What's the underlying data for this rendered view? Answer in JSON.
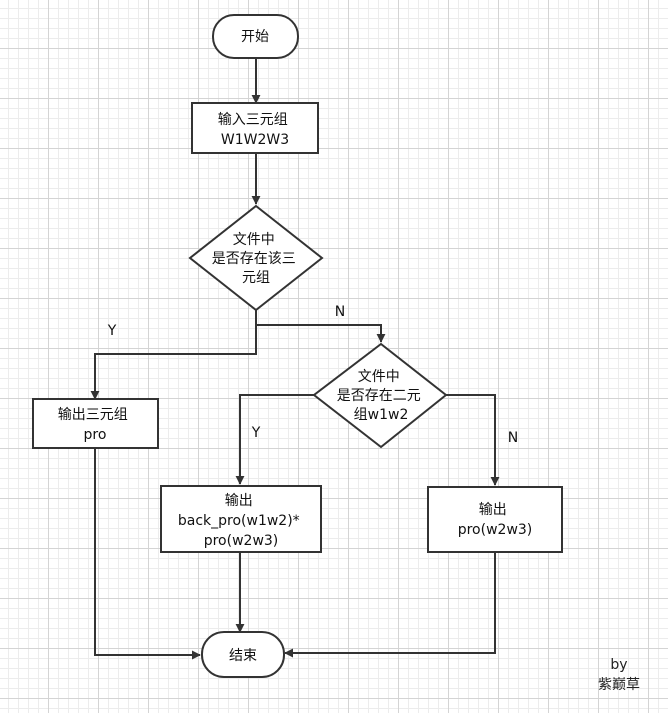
{
  "diagram": {
    "nodes": {
      "start": [
        "开始"
      ],
      "input": [
        "输入三元组",
        "W1W2W3"
      ],
      "check1": [
        "文件中",
        "是否存在该三",
        "元组"
      ],
      "out1": [
        "输出三元组",
        "pro"
      ],
      "check2": [
        "文件中",
        "是否存在二元",
        "组w1w2"
      ],
      "out2": [
        "输出",
        "back_pro(w1w2)*",
        "pro(w2w3)"
      ],
      "out3": [
        "输出",
        "pro(w2w3)"
      ],
      "end": [
        "结束"
      ]
    },
    "edge_labels": {
      "check1_yes": "Y",
      "check1_no": "N",
      "check2_yes": "Y",
      "check2_no": "N"
    },
    "signature": [
      "by",
      "紫巅草"
    ]
  }
}
